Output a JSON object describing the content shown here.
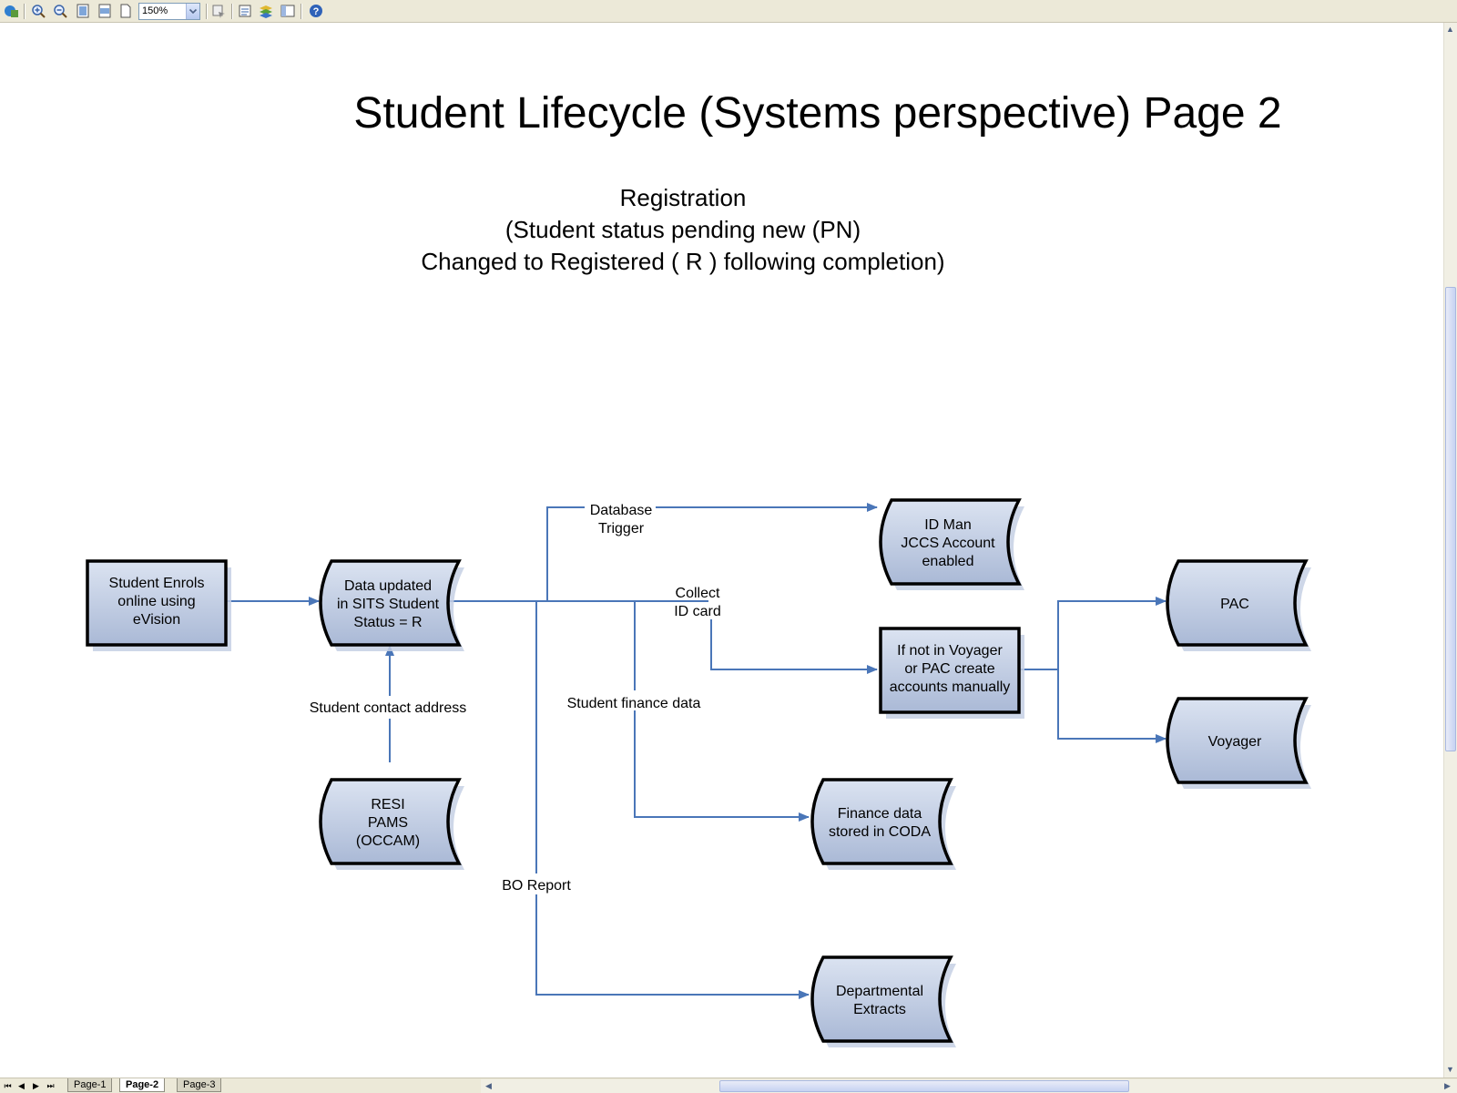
{
  "toolbar": {
    "zoom_value": "150%",
    "icons": [
      "ie-icon",
      "zoom-in-icon",
      "zoom-out-icon",
      "fit-page-icon",
      "full-width-icon",
      "page-icon",
      "pan-icon",
      "properties-icon",
      "layers-icon",
      "details-icon",
      "help-icon"
    ]
  },
  "diagram": {
    "title": "Student Lifecycle (Systems perspective) Page 2",
    "subtitle_1": "Registration",
    "subtitle_2": "(Student status pending new (PN)",
    "subtitle_3": "Changed to Registered ( R ) following completion)",
    "nodes": {
      "enrol": [
        "Student Enrols",
        "online using",
        "eVision"
      ],
      "sits": [
        "Data updated",
        "in SITS Student",
        "Status = R"
      ],
      "idman": [
        "ID Man",
        "JCCS Account",
        "enabled"
      ],
      "manual": [
        "If not in Voyager",
        "or PAC create",
        "accounts manually"
      ],
      "pac": [
        "PAC"
      ],
      "voyager": [
        "Voyager"
      ],
      "resi": [
        "RESI",
        "PAMS",
        "(OCCAM)"
      ],
      "coda": [
        "Finance data",
        "stored in CODA"
      ],
      "extracts": [
        "Departmental",
        "Extracts"
      ]
    },
    "edges": {
      "trigger": [
        "Database",
        "Trigger"
      ],
      "idcard": [
        "Collect",
        "ID card"
      ],
      "contact": "Student contact address",
      "finance": "Student finance data",
      "bo": "BO Report"
    }
  },
  "pages": {
    "tabs": [
      "Page-1",
      "Page-2",
      "Page-3"
    ],
    "active": "Page-2"
  },
  "colors": {
    "connector": "#4a76b8",
    "node_fill_top": "#dbe3f1",
    "node_fill_bottom": "#aab9d6",
    "node_stroke": "#000000"
  }
}
